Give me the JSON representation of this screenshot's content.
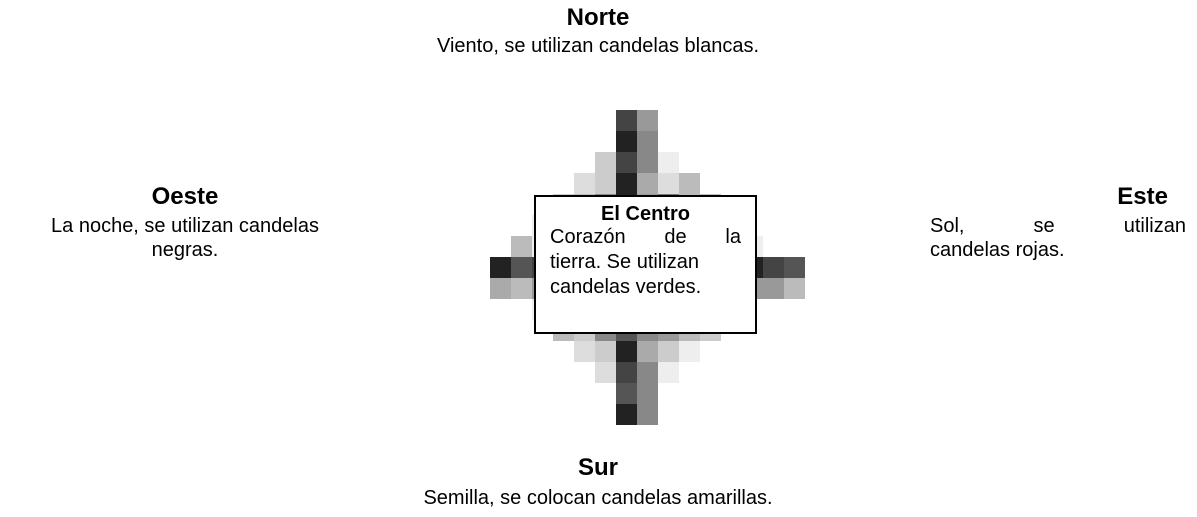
{
  "north": {
    "title": "Norte",
    "description": "Viento, se utilizan candelas blancas."
  },
  "south": {
    "title": "Sur",
    "description": "Semilla, se colocan candelas amarillas."
  },
  "west": {
    "title": "Oeste",
    "description_lines": [
      "La noche, se utilizan candelas",
      "negras."
    ]
  },
  "east": {
    "title": "Este",
    "description_words": [
      "Sol,",
      "se",
      "utilizan"
    ],
    "description_line2": "candelas rojas."
  },
  "center": {
    "title": "El Centro",
    "line1_words": [
      "Corazón",
      "de",
      "la"
    ],
    "line2": "tierra. Se utilizan",
    "line3": "candelas verdes."
  },
  "colors": {
    "grays": [
      "#222222",
      "#444444",
      "#555555",
      "#666666",
      "#777777",
      "#888888",
      "#999999",
      "#aaaaaa",
      "#bbbbbb",
      "#cccccc",
      "#dddddd",
      "#eeeeee"
    ]
  }
}
